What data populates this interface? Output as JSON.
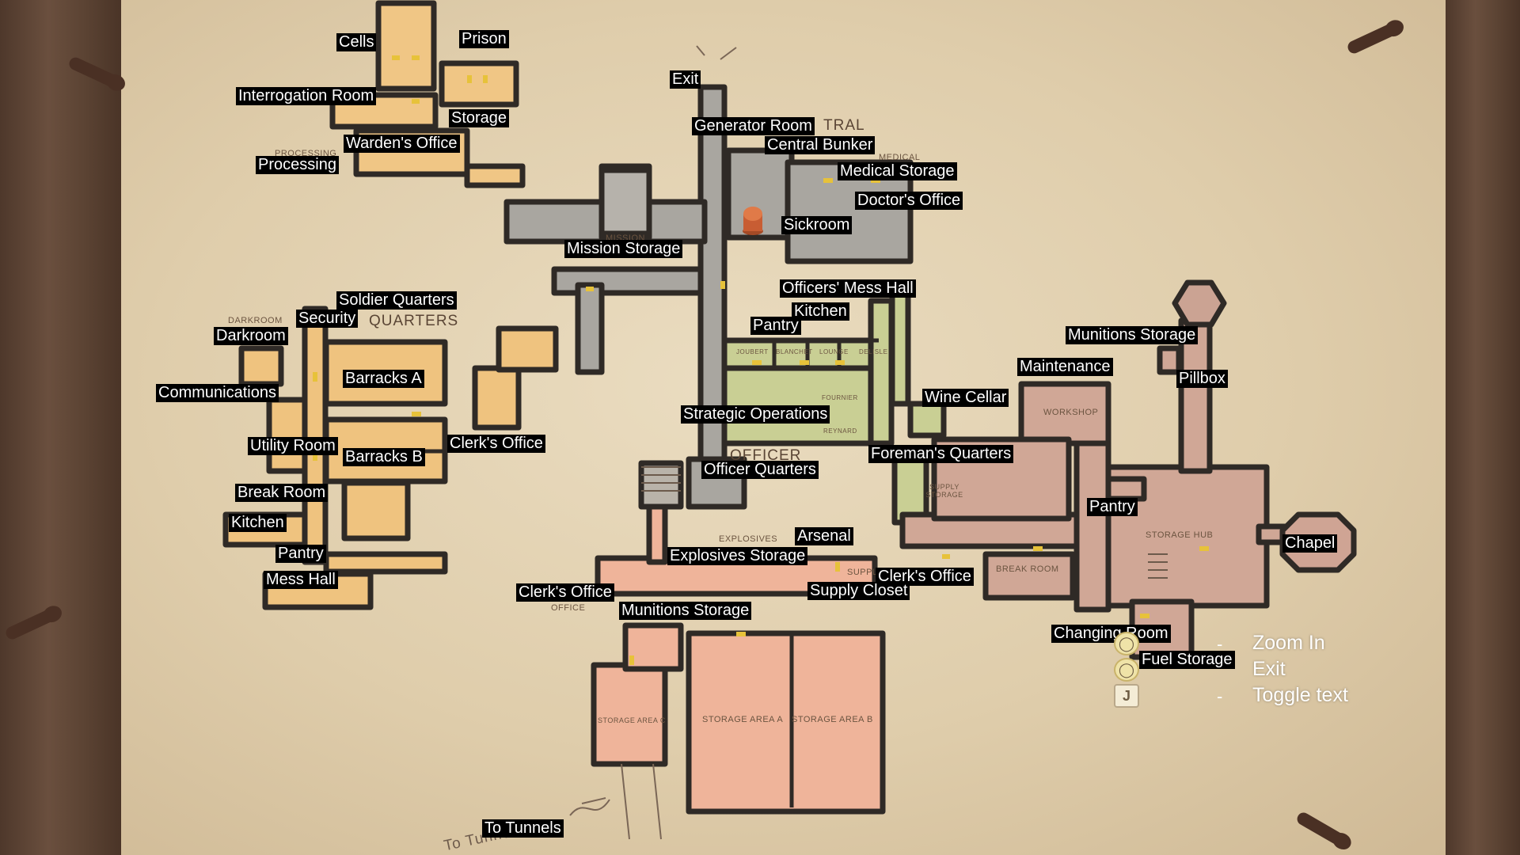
{
  "map_labels": [
    "Cells",
    "Prison",
    "Interrogation Room",
    "Storage",
    "Warden's Office",
    "Processing",
    "Exit",
    "Generator Room",
    "Central Bunker",
    "Medical Storage",
    "Doctor's Office",
    "Sickroom",
    "Mission Storage",
    "Officers' Mess Hall",
    "Kitchen",
    "Pantry",
    "Soldier Quarters",
    "Security",
    "Darkroom",
    "Communications",
    "Barracks A",
    "Utility Room",
    "Barracks B",
    "Clerk's Office",
    "Break Room",
    "Kitchen",
    "Pantry",
    "Mess Hall",
    "Strategic Operations",
    "Officer Quarters",
    "Wine Cellar",
    "Foreman's Quarters",
    "Munitions Storage",
    "Maintenance",
    "Pillbox",
    "Pantry",
    "Chapel",
    "Arsenal",
    "Explosives Storage",
    "Clerk's Office",
    "Clerk's Office",
    "Supply Closet",
    "Munitions Storage",
    "Changing Room",
    "Fuel Storage",
    "To Tunnels"
  ],
  "printed_text": {
    "central": "TRAL",
    "quarters": "QUARTERS",
    "officer": "OFFICER",
    "darkroom": "DARKROOM",
    "processing": "PROCESSING",
    "medical": "MEDICAL",
    "mission": "MISSION",
    "workshop": "WORKSHOP",
    "supply_storage": "SUPPLY STORAGE",
    "break_room": "BREAK ROOM",
    "storage_hub": "STORAGE HUB",
    "explosives": "EXPLOSIVES",
    "office": "OFFICE",
    "storage_area_a": "STORAGE AREA A",
    "storage_area_b": "STORAGE AREA B",
    "storage_area_c": "STORAGE AREA C",
    "supply": "SUPPLY",
    "joubert": "JOUBERT",
    "blanchet": "BLANCHET",
    "lounge": "LOUNGE",
    "delisle": "DELISLE",
    "fournier": "FOURNIER",
    "reynard": "REYNARD",
    "tunnels_scrawl": "To Tunnels"
  },
  "controls": [
    {
      "key": "scroll-icon",
      "label": "Zoom In"
    },
    {
      "key": "mouse-icon",
      "label": "Exit"
    },
    {
      "key": "J",
      "label": "Toggle text"
    }
  ],
  "colors": {
    "label_bg": "#000000",
    "label_text": "#ffffff",
    "wall": "#2f2a26",
    "corridor": "#a9a6a0",
    "wing_orange": "#efc37f",
    "wing_green": "#c9cf94",
    "wing_pink": "#efb49a",
    "wing_mauve": "#d0a796",
    "door": "#e7c23a",
    "player_marker": "#d36a3a"
  }
}
